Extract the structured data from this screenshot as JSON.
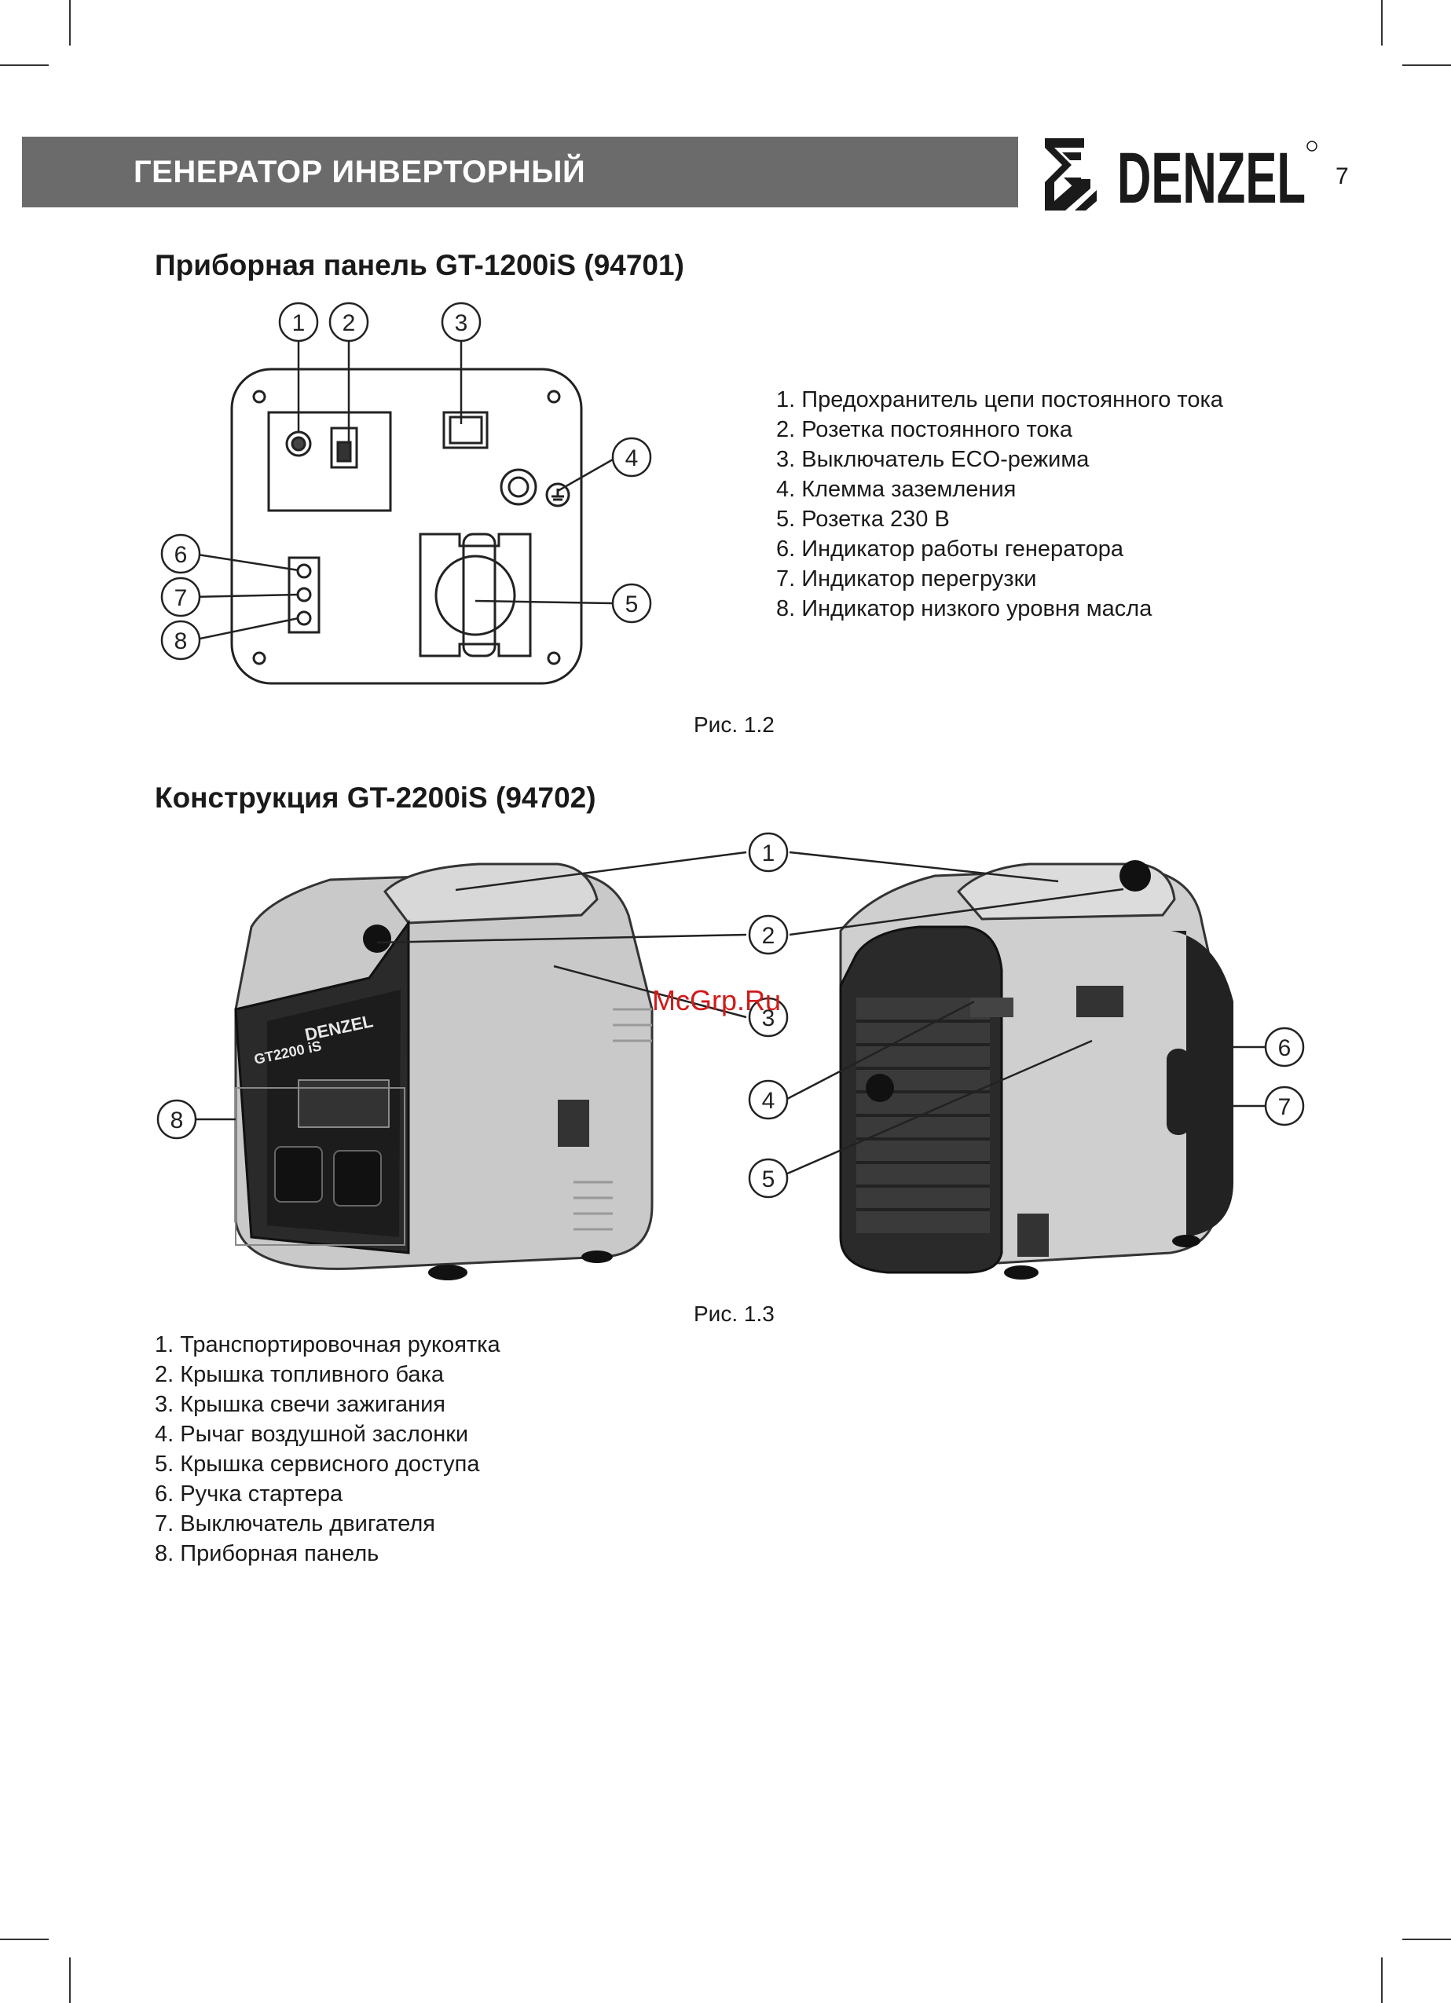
{
  "header": {
    "title": "ГЕНЕРАТОР ИНВЕРТОРНЫЙ",
    "brand": "DENZEL",
    "page_number": "7"
  },
  "section1": {
    "title": "Приборная панель GT-1200iS (94701)",
    "callouts": [
      "1",
      "2",
      "3",
      "4",
      "5",
      "6",
      "7",
      "8"
    ],
    "items": [
      "1.  Предохранитель цепи постоянного тока",
      "2.  Розетка постоянного тока",
      "3.  Выключатель ECO-режима",
      "4.  Клемма заземления",
      "5.  Розетка 230 В",
      "6.  Индикатор работы генератора",
      "7.  Индикатор перегрузки",
      "8.  Индикатор низкого уровня масла"
    ],
    "caption": "Рис. 1.2"
  },
  "section2": {
    "title": "Конструкция GT-2200iS (94702)",
    "callouts": [
      "1",
      "2",
      "3",
      "4",
      "5",
      "6",
      "7",
      "8"
    ],
    "front_label": "GT2200 iS",
    "brand_label": "DENZEL",
    "caption": "Рис. 1.3",
    "items": [
      "1.  Транспортировочная рукоятка",
      "2.  Крышка топливного бака",
      "3.  Крышка свечи зажигания",
      "4.  Рычаг воздушной заслонки",
      "5.  Крышка сервисного доступа",
      "6.  Ручка стартера",
      "7.  Выключатель двигателя",
      "8.  Приборная панель"
    ]
  },
  "watermark": "McGrp.Ru"
}
